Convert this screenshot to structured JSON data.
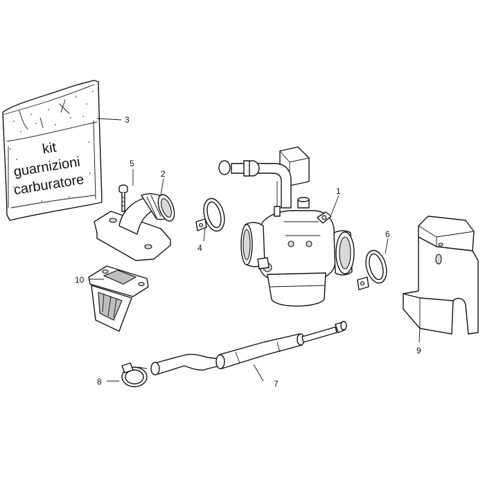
{
  "bag_label": {
    "line1": "kit",
    "line2": "guarnizioni",
    "line3": "carburatore"
  },
  "callouts": {
    "c1": "1",
    "c2": "2",
    "c3": "3",
    "c4": "4",
    "c5": "5",
    "c6": "6",
    "c7": "7",
    "c8": "8",
    "c9": "9",
    "c10": "10"
  }
}
